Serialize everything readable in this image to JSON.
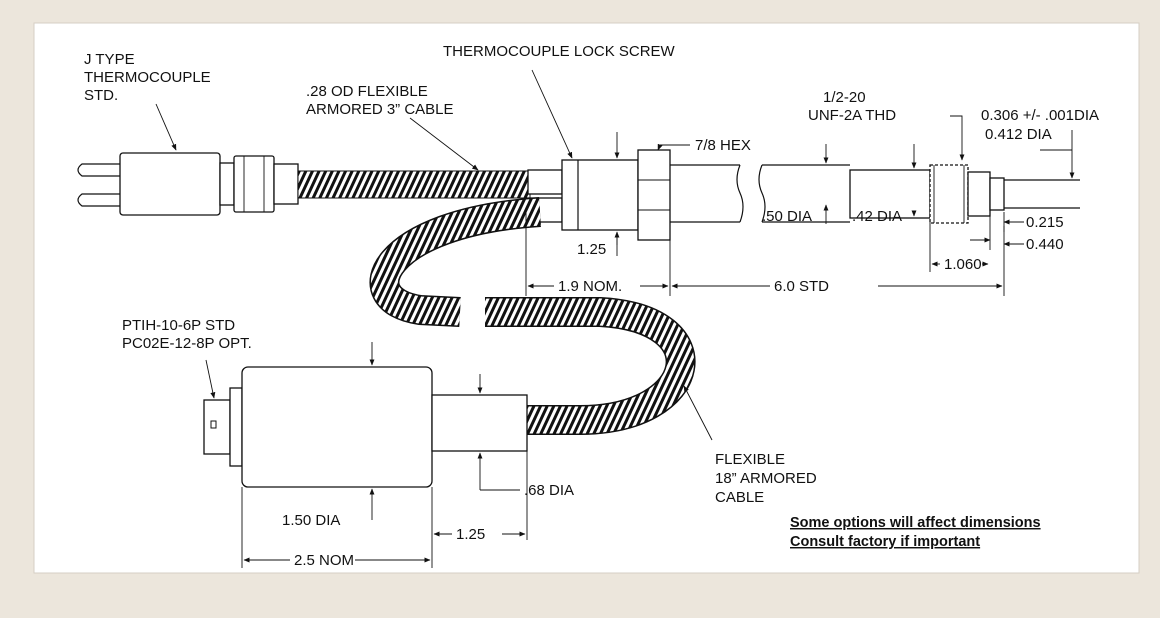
{
  "labels": {
    "j_type_1": "J TYPE",
    "j_type_2": "THERMOCOUPLE",
    "j_type_3": "STD.",
    "cable_1": ".28 OD FLEXIBLE",
    "cable_2": "ARMORED 3” CABLE",
    "lock_screw": "THERMOCOUPLE LOCK SCREW",
    "hex": "7/8 HEX",
    "thread_1": "1/2-20",
    "thread_2": "UNF-2A THD",
    "tip_dia_1": "0.306 +/- .001DIA",
    "tip_dia_2": "0.412 DIA",
    "dia_50": ".50 DIA",
    "dia_42": ".42 DIA",
    "dim_215": "0.215",
    "dim_440": "0.440",
    "dim_1060": "1.060",
    "dim_125_top": "1.25",
    "dim_19": "1.9 NOM.",
    "dim_60": "6.0 STD",
    "connector_1": "PTIH-10-6P STD",
    "connector_2": "PC02E-12-8P OPT.",
    "flex_1": "FLEXIBLE",
    "flex_2": "18” ARMORED",
    "flex_3": "CABLE",
    "dia_68": ".68 DIA",
    "dia_150": "1.50 DIA",
    "dim_125_bottom": "1.25",
    "dim_25": "2.5 NOM"
  },
  "notes": {
    "line_1": "Some options will affect dimensions",
    "line_2": "Consult factory if important"
  }
}
